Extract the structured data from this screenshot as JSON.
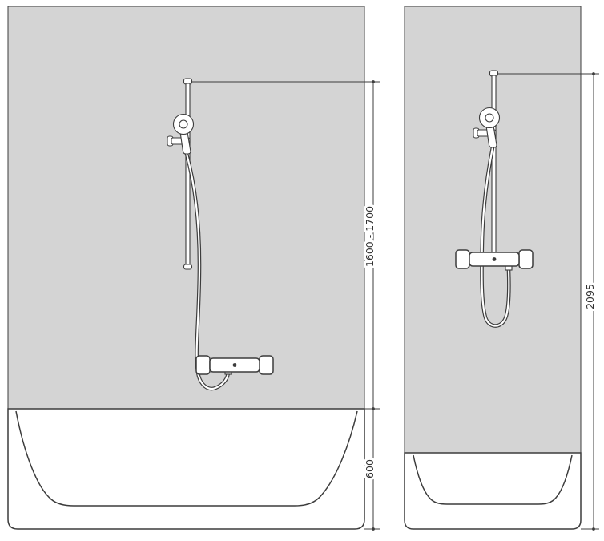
{
  "colors": {
    "wall": "#d4d4d4",
    "line": "#3c3c3c",
    "label_text": "#333333",
    "background": "#ffffff"
  },
  "left_view": {
    "name": "bathtub installation",
    "dimension_height_range": "1600 - 1700",
    "dimension_tub_height": "600"
  },
  "right_view": {
    "name": "shower installation",
    "dimension_total_height": "2095"
  }
}
